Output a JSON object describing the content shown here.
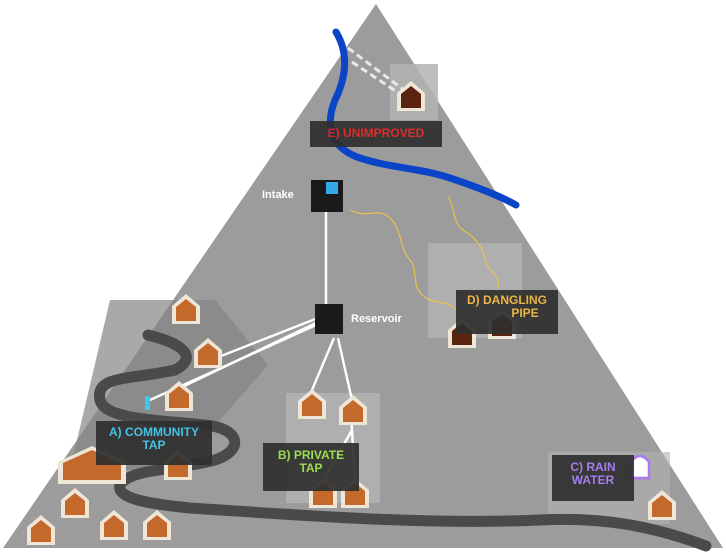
{
  "nodes": {
    "intake": "Intake",
    "reservoir": "Reservoir"
  },
  "categories": {
    "a": {
      "line1": "A) COMMUNITY",
      "line2": "TAP",
      "color": "#3ec7ee"
    },
    "b": {
      "line1": "B) PRIVATE",
      "line2": "TAP",
      "color": "#9be04a"
    },
    "c": {
      "line1": "C) RAIN",
      "line2": "WATER",
      "color": "#a779f2"
    },
    "d": {
      "line1": "D) DANGLING",
      "line2": "PIPE",
      "color": "#f2b73c"
    },
    "e": {
      "line1": "E) UNIMPROVED",
      "color": "#e02424"
    }
  },
  "colors": {
    "triangle": "#9c9c9c",
    "river": "#0a45c8",
    "road": "#4a4a4a",
    "pipe": "#ffffff",
    "dangling_pipe": "#e8c24a",
    "house_roof": "#f0e6d8",
    "house_body": "#c4692c",
    "house_dark": "#5a2410"
  }
}
